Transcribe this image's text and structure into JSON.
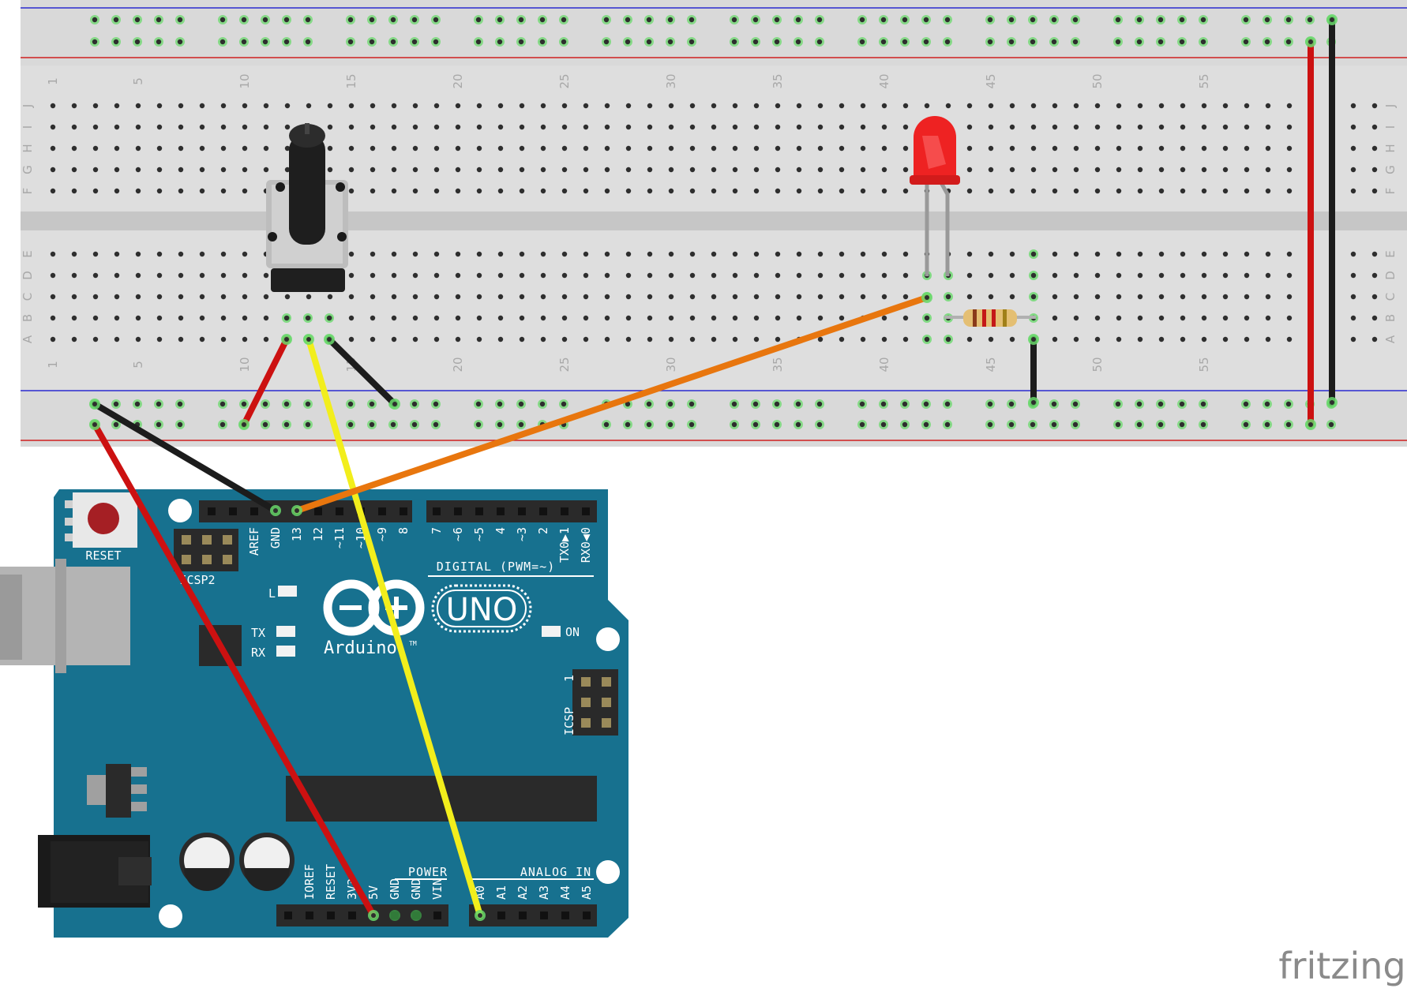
{
  "breadboard": {
    "column_numbers": [
      "1",
      "5",
      "10",
      "15",
      "20",
      "25",
      "30",
      "35",
      "40",
      "45",
      "50",
      "55"
    ],
    "row_letters_top": [
      "J",
      "I",
      "H",
      "G",
      "F"
    ],
    "row_letters_bottom": [
      "E",
      "D",
      "C",
      "B",
      "A"
    ]
  },
  "arduino": {
    "reset_label": "RESET",
    "icsp2_label": "ICSP2",
    "icsp_label": "ICSP",
    "icsp_pin1_label": "1",
    "digital_label": "DIGITAL (PWM=~)",
    "digital_pins_left": [
      "AREF",
      "GND",
      "13",
      "12",
      "~11",
      "~10",
      "~9",
      "8"
    ],
    "digital_pins_right": [
      "7",
      "~6",
      "~5",
      "4",
      "~3",
      "2",
      "TX0▶1",
      "RX0◀0"
    ],
    "led_l_label": "L",
    "led_tx_label": "TX",
    "led_rx_label": "RX",
    "led_on_label": "ON",
    "brand_label": "Arduino",
    "tm_label": "TM",
    "model_label": "UNO",
    "power_label": "POWER",
    "power_pins": [
      "IOREF",
      "RESET",
      "3V3",
      "5V",
      "GND",
      "GND",
      "VIN"
    ],
    "analog_label": "ANALOG IN",
    "analog_pins": [
      "A0",
      "A1",
      "A2",
      "A3",
      "A4",
      "A5"
    ]
  },
  "watermark": "fritzing",
  "colors": {
    "board": "#17718f",
    "breadboard": "#d9d9d9",
    "wire_red": "#cc1111",
    "wire_black": "#1c1c1c",
    "wire_yellow": "#f2ee1c",
    "wire_orange": "#e8760e",
    "led": "#ee2222",
    "rail_red_line": "#d02020",
    "rail_blue_line": "#2b2bd0"
  }
}
